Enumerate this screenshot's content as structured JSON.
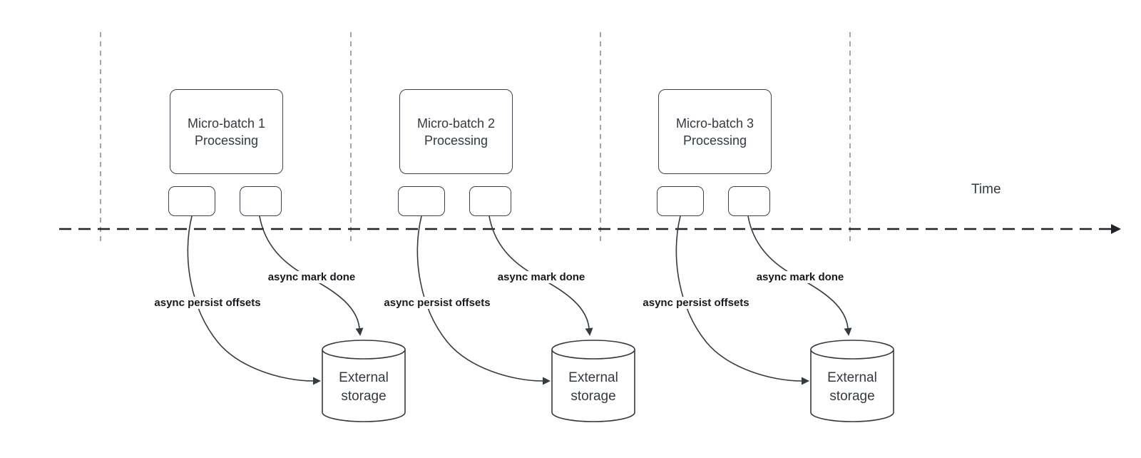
{
  "diagram": {
    "time_axis_label": "Time",
    "batches": [
      {
        "title": "Micro-batch 1 Processing",
        "persist_label": "async persist offsets",
        "mark_done_label": "async mark done",
        "storage_label": "External storage"
      },
      {
        "title": "Micro-batch 2 Processing",
        "persist_label": "async persist offsets",
        "mark_done_label": "async mark done",
        "storage_label": "External storage"
      },
      {
        "title": "Micro-batch 3 Processing",
        "persist_label": "async persist offsets",
        "mark_done_label": "async mark done",
        "storage_label": "External storage"
      }
    ],
    "colors": {
      "background": "#ffffff",
      "shape_stroke": "#343b42",
      "shape_text": "#333a42",
      "bold_label_text": "#16191d",
      "guide_line": "#9b9b9b",
      "time_axis": "#20242a"
    }
  }
}
